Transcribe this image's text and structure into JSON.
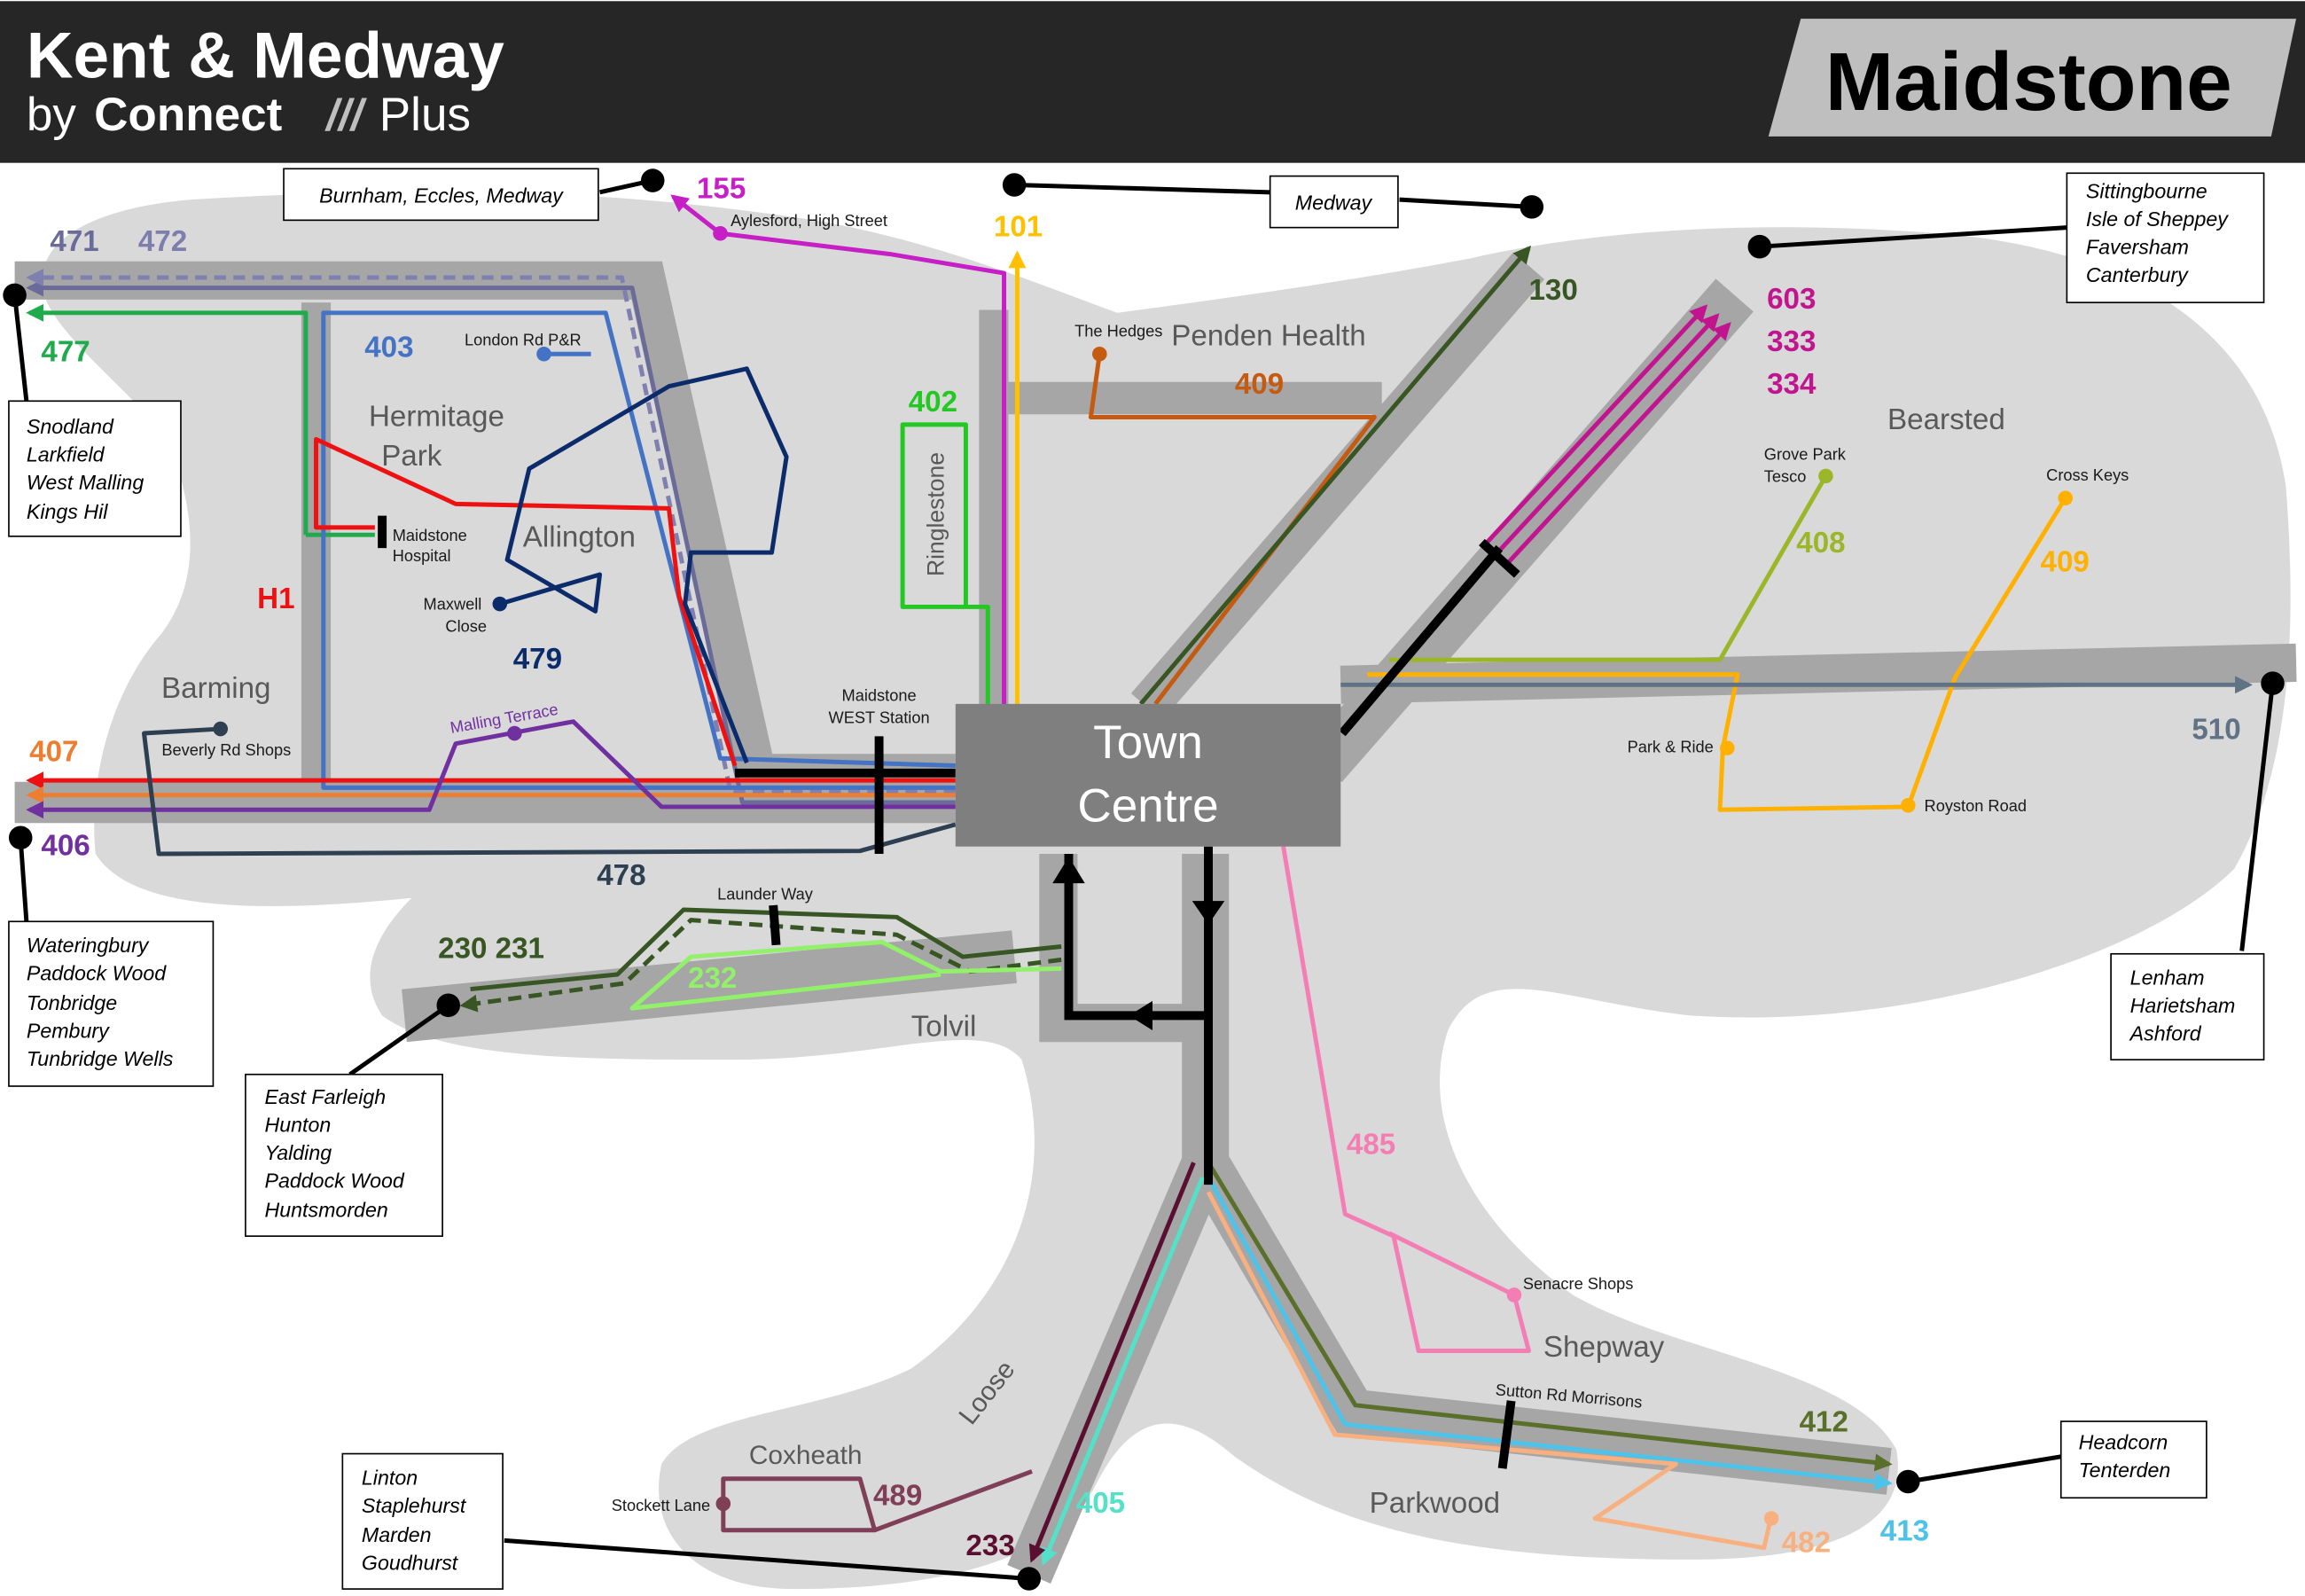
{
  "header": {
    "brand_line1": "Kent & Medway",
    "brand_by": "by",
    "brand_connect": "Connect",
    "brand_slashes": "///",
    "brand_plus": "Plus",
    "title": "Maidstone"
  },
  "colors": {
    "header_bg": "#262626",
    "map_area": "#d9d9d9",
    "corridor": "#a6a6a6",
    "town_centre": "#7f7f7f"
  },
  "routes": {
    "471": {
      "label": "471",
      "color": "#6b6b9a"
    },
    "472": {
      "label": "472",
      "color": "#7d7dae"
    },
    "477": {
      "label": "477",
      "color": "#1fab4b"
    },
    "403": {
      "label": "403",
      "color": "#4472c4"
    },
    "479": {
      "label": "479",
      "color": "#0b2b6b"
    },
    "H1": {
      "label": "H1",
      "color": "#ee1111"
    },
    "407": {
      "label": "407",
      "color": "#ed7d31"
    },
    "406": {
      "label": "406",
      "color": "#7030a0"
    },
    "478": {
      "label": "478",
      "color": "#2e3f52"
    },
    "155": {
      "label": "155",
      "color": "#c51fc5"
    },
    "101": {
      "label": "101",
      "color": "#ffc000"
    },
    "402": {
      "label": "402",
      "color": "#23c823"
    },
    "409w": {
      "label": "409",
      "color": "#c55a11"
    },
    "130": {
      "label": "130",
      "color": "#375623"
    },
    "603": {
      "label": "603",
      "color": "#c0158f"
    },
    "333": {
      "label": "333",
      "color": "#c0158f"
    },
    "334": {
      "label": "334",
      "color": "#c0158f"
    },
    "408": {
      "label": "408",
      "color": "#9cb62a"
    },
    "409e": {
      "label": "409",
      "color": "#ffb000"
    },
    "510": {
      "label": "510",
      "color": "#5f7385"
    },
    "230": {
      "label": "230 231",
      "color": "#375623"
    },
    "232": {
      "label": "232",
      "color": "#92f06a"
    },
    "485": {
      "label": "485",
      "color": "#f47eb4"
    },
    "412": {
      "label": "412",
      "color": "#596f2a"
    },
    "413": {
      "label": "413",
      "color": "#4ec3ea"
    },
    "482": {
      "label": "482",
      "color": "#f8b080"
    },
    "405": {
      "label": "405",
      "color": "#55e0c8"
    },
    "233": {
      "label": "233",
      "color": "#5a0f30"
    },
    "489": {
      "label": "489",
      "color": "#7f3f57"
    }
  },
  "areas": {
    "hermitage": "Hermitage",
    "park": "Park",
    "allington": "Allington",
    "barming": "Barming",
    "penden_health": "Penden Health",
    "bearsted": "Bearsted",
    "tolvil": "Tolvil",
    "shepway": "Shepway",
    "parkwood": "Parkwood",
    "coxheath": "Coxheath",
    "loose": "Loose",
    "ringlestone": "Ringlestone",
    "town": "Town",
    "centre": "Centre"
  },
  "stops": {
    "london_rd": "London Rd P&R",
    "aylesford": "Aylesford, High Street",
    "the_hedges": "The Hedges",
    "maidstone_hospital_1": "Maidstone",
    "maidstone_hospital_2": "Hospital",
    "maxwell_1": "Maxwell",
    "maxwell_2": "Close",
    "west_station_1": "Maidstone",
    "west_station_2": "WEST Station",
    "malling_terrace": "Malling Terrace",
    "beverly": "Beverly Rd Shops",
    "launder": "Launder Way",
    "grove_park_1": "Grove Park",
    "grove_park_2": "Tesco",
    "cross_keys": "Cross Keys",
    "park_ride": "Park & Ride",
    "royston": "Royston Road",
    "senacre": "Senacre Shops",
    "sutton": "Sutton Rd Morrisons",
    "stockett": "Stockett Lane"
  },
  "destinations": {
    "burnham": [
      "Burnham, Eccles, Medway"
    ],
    "medway": [
      "Medway"
    ],
    "sittingbourne": [
      "Sittingbourne",
      "Isle of Sheppey",
      "Faversham",
      "Canterbury"
    ],
    "snodland": [
      "Snodland",
      "Larkfield",
      "West Malling",
      "Kings Hil"
    ],
    "wateringbury": [
      "Wateringbury",
      "Paddock Wood",
      "Tonbridge",
      "Pembury",
      "Tunbridge Wells"
    ],
    "east_farleigh": [
      "East Farleigh",
      "Hunton",
      "Yalding",
      "Paddock Wood",
      "Huntsmorden"
    ],
    "lenham": [
      "Lenham",
      "Harietsham",
      "Ashford"
    ],
    "headcorn": [
      "Headcorn",
      "Tenterden"
    ],
    "linton": [
      "Linton",
      "Staplehurst",
      "Marden",
      "Goudhurst"
    ]
  }
}
